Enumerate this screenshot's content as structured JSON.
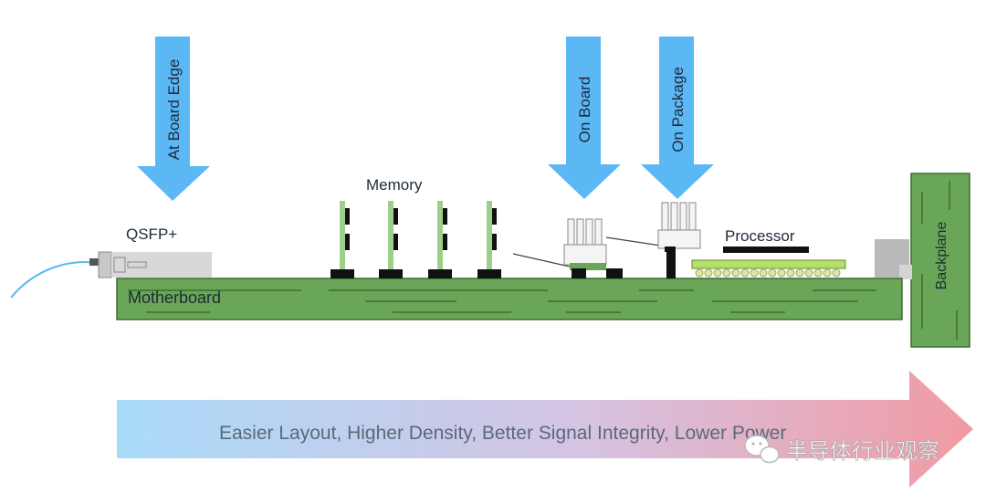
{
  "colors": {
    "arrow": "#5bb8f5",
    "board": "#6aa657",
    "board_stroke": "#3f6b32",
    "trace": "#3e6e31",
    "component": "#111111",
    "heatsink": "#f0f0f0",
    "bottom_arrow_start": "#a8d8f8",
    "bottom_arrow_end": "#f0a0a8"
  },
  "arrows": {
    "at_board_edge": "At Board Edge",
    "on_board": "On Board",
    "on_package": "On Package"
  },
  "labels": {
    "qsfp": "QSFP+",
    "memory": "Memory",
    "processor": "Processor",
    "motherboard": "Motherboard",
    "backplane": "Backplane"
  },
  "bottom_arrow_text": "Easier Layout, Higher Density, Better Signal Integrity, Lower Power",
  "watermark": {
    "icon": "wechat-icon",
    "text": "半导体行业观察"
  }
}
